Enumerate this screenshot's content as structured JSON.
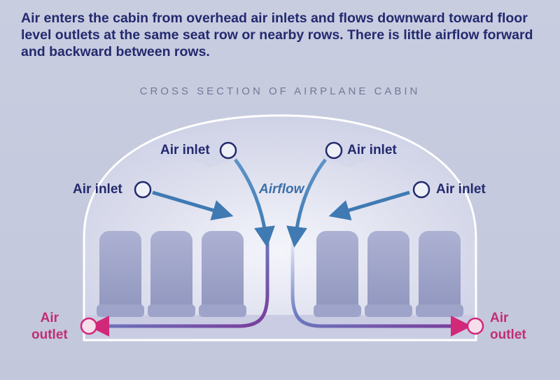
{
  "description": "Air enters the cabin from overhead air inlets and flows downward toward floor level outlets at the same seat row or nearby rows. There is little airflow forward and backward between rows.",
  "diagram_title": "CROSS SECTION OF AIRPLANE CABIN",
  "labels": {
    "inlet_upper_left": "Air inlet",
    "inlet_upper_right": "Air inlet",
    "inlet_lower_left": "Air inlet",
    "inlet_lower_right": "Air inlet",
    "airflow": "Airflow",
    "outlet_left": [
      "Air",
      "outlet"
    ],
    "outlet_right": [
      "Air",
      "outlet"
    ]
  },
  "colors": {
    "text_dark_blue": "#232a6e",
    "outlet_magenta": "#d2287a",
    "airflow_blue": "#3f7ab3",
    "seat_fill": "#9da3c8",
    "cabin_fill": "#d9dcec"
  }
}
